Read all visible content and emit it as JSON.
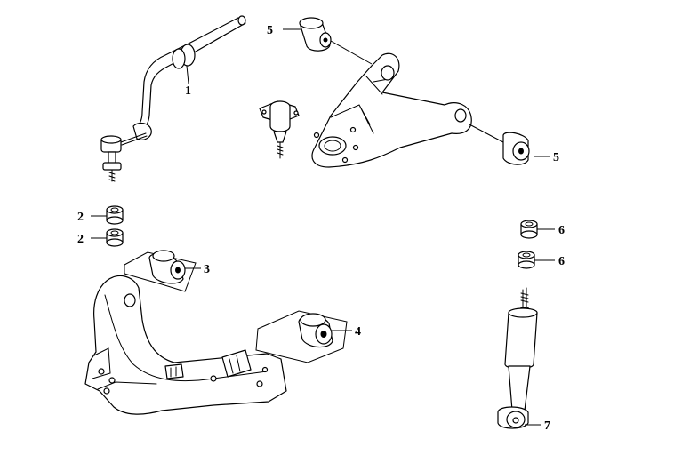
{
  "callouts": {
    "stabilizer_bar": "1",
    "stabilizer_bushing_a": "2",
    "stabilizer_bushing_b": "2",
    "lower_arm_front_bushing": "3",
    "lower_arm_rear_bushing": "4",
    "upper_arm_bushing_a": "5",
    "upper_arm_bushing_b": "5",
    "shock_bushing_a": "6",
    "shock_bushing_b": "6",
    "shock_absorber": "7"
  },
  "colors": {
    "line": "#000000",
    "background": "#ffffff"
  }
}
